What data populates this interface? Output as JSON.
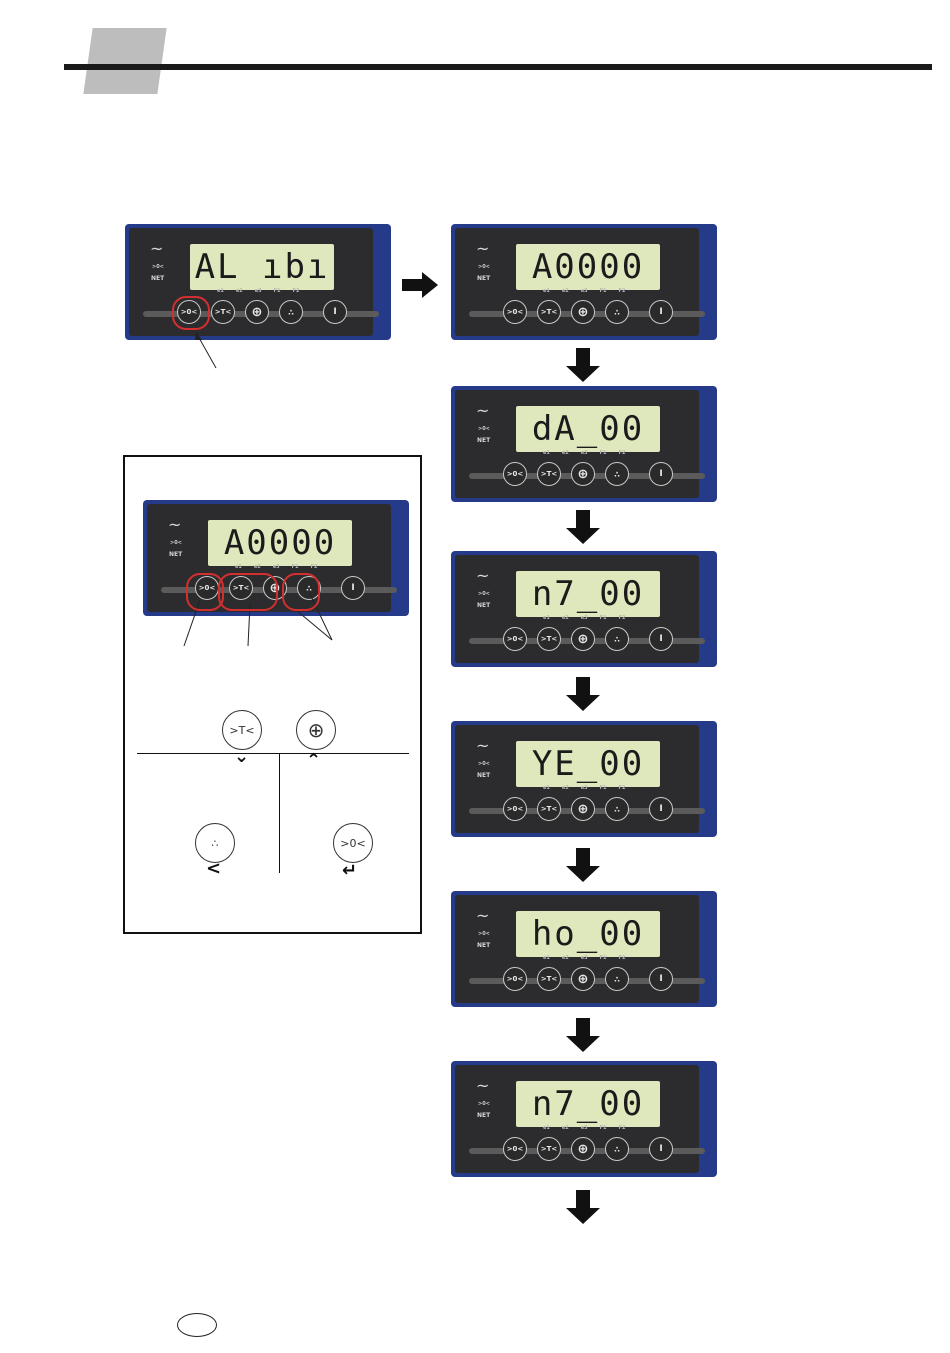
{
  "terminal": {
    "tilde": "~",
    "zero": ">0<",
    "net": "NET",
    "leds": [
      "e1",
      "e2",
      "e3",
      "F1",
      "F2"
    ],
    "buttons": {
      "zero": ">0<",
      "tare": ">T<",
      "plus": "⊕",
      "dots": "∴",
      "power": "I"
    }
  },
  "displays": [
    "AL ıbı",
    "A0000",
    "dA_00",
    "n7_00",
    "YE_00",
    "ho_00",
    "n7_00"
  ],
  "inset_display": "A0000",
  "keys": {
    "down": "⌄",
    "up": "⌃",
    "left": "<",
    "enter": "↵"
  }
}
